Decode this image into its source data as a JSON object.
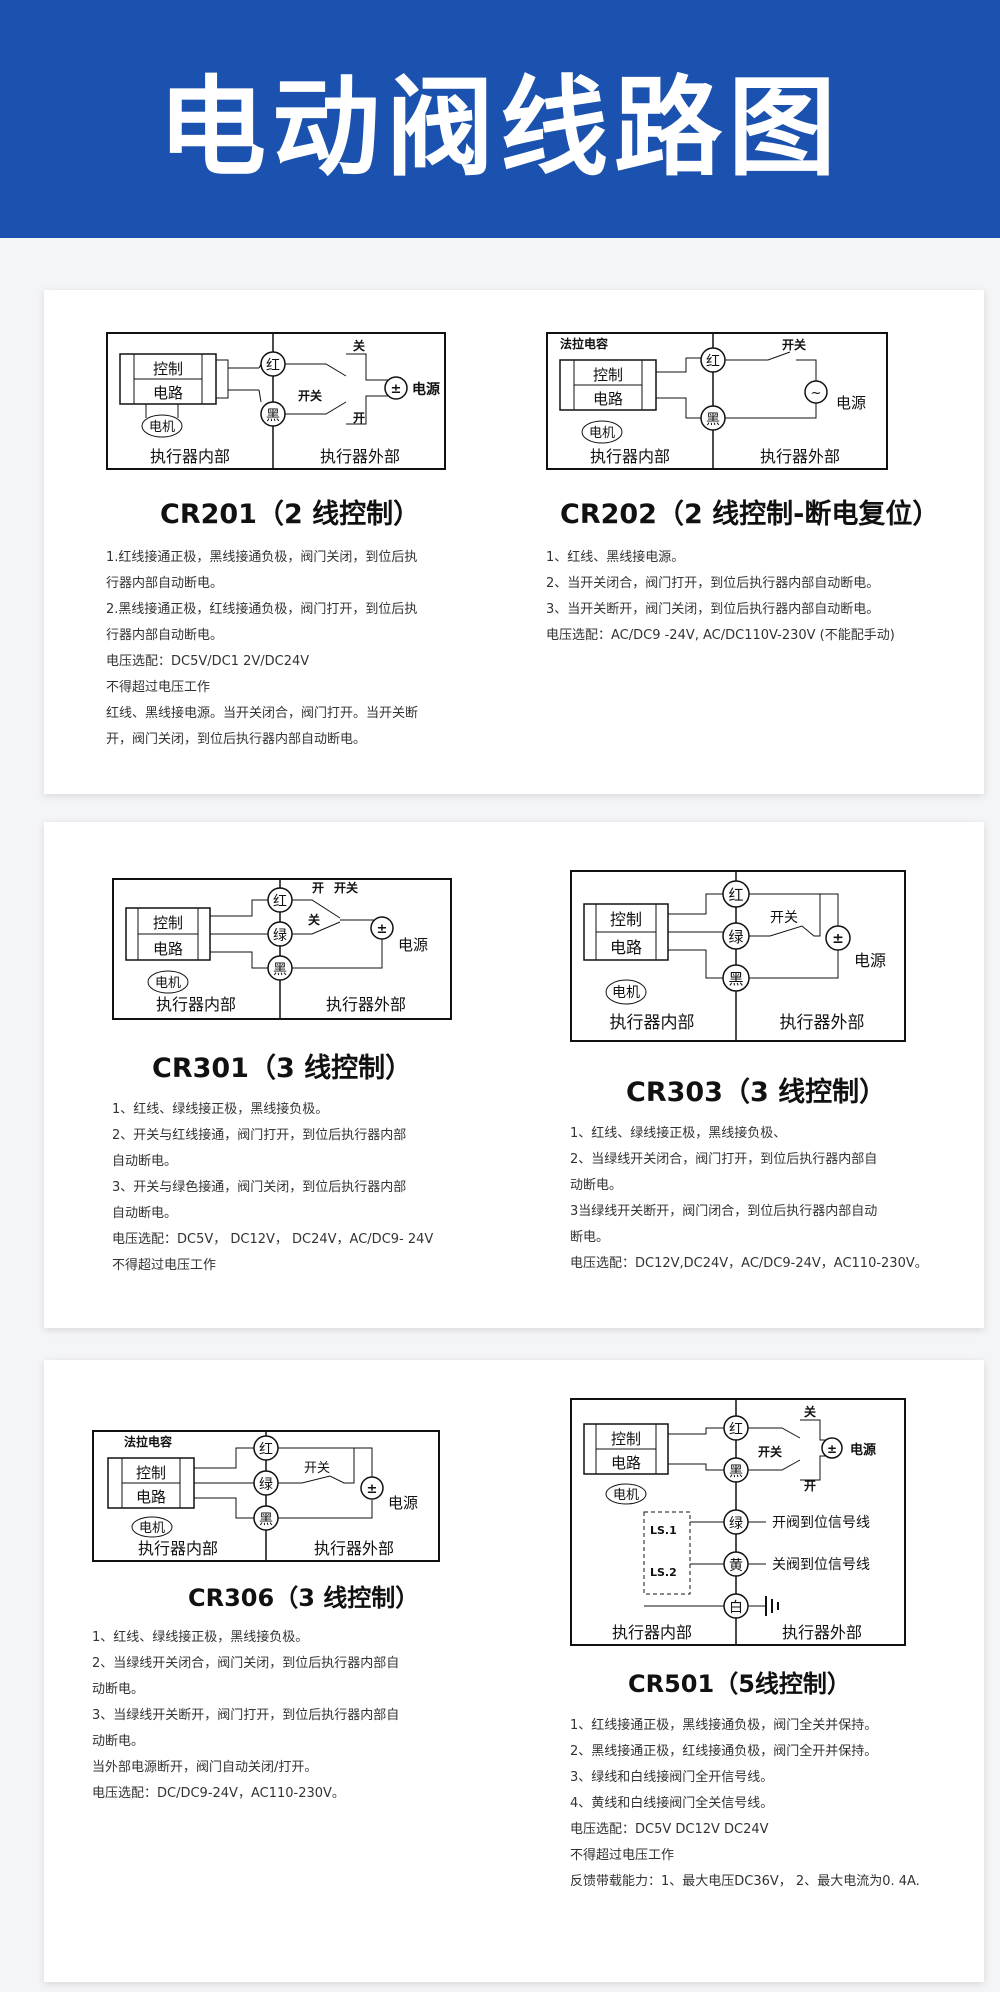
{
  "page_title": "电动阀线路图",
  "diagram_labels": {
    "control": "控制",
    "circuit": "电路",
    "motor": "电机",
    "inside": "执行器内部",
    "outside": "执行器外部",
    "power": "电源",
    "switch": "开关",
    "on": "开",
    "off": "关",
    "red": "红",
    "black": "黑",
    "green": "绿",
    "yellow": "黄",
    "white": "白",
    "capacitor": "法拉电容",
    "ls1": "LS.1",
    "ls2": "LS.2",
    "open_signal": "开阀到位信号线",
    "close_signal": "关阀到位信号线"
  },
  "models": {
    "cr201": {
      "title": "CR201（2 线控制）",
      "lines": [
        "1.红线接通正极，黑线接通负极，阀门关闭，到位后执",
        "行器内部自动断电。",
        "2.黑线接通正极，红线接通负极，阀门打开，到位后执",
        "行器内部自动断电。",
        "电压选配：DC5V/DC1 2V/DC24V",
        "不得超过电压工作",
        "红线、黑线接电源。当开关闭合，阀门打开。当开关断",
        "开，阀门关闭，到位后执行器内部自动断电。"
      ]
    },
    "cr202": {
      "title": "CR202（2 线控制-断电复位）",
      "lines": [
        "1、红线、黑线接电源。",
        "2、当开关闭合，阀门打开，到位后执行器内部自动断电。",
        "3、当开关断开，阀门关闭，到位后执行器内部自动断电。",
        "电压选配：AC/DC9 -24V, AC/DC110V-230V (不能配手动)"
      ]
    },
    "cr301": {
      "title": "CR301（3 线控制）",
      "lines": [
        "1、红线、绿线接正极，黑线接负极。",
        "2、开关与红线接通，阀门打开，到位后执行器内部",
        "自动断电。",
        "3、开关与绿色接通，阀门关闭，到位后执行器内部",
        "自动断电。",
        "电压选配：DC5V， DC12V， DC24V，AC/DC9- 24V",
        "不得超过电压工作"
      ]
    },
    "cr303": {
      "title": "CR303（3 线控制）",
      "lines": [
        "1、红线、绿线接正极，黑线接负极、",
        "2、当绿线开关闭合，阀门打开，到位后执行器内部自",
        "动断电。",
        "3当绿线开关断开，阀门闭合，到位后执行器内部自动",
        "断电。",
        "电压选配：DC12V,DC24V，AC/DC9-24V，AC110-230V。"
      ]
    },
    "cr306": {
      "title": "CR306（3 线控制）",
      "lines": [
        "1、红线、绿线接正极，黑线接负极。",
        "2、当绿线开关闭合，阀门关闭，到位后执行器内部自",
        "动断电。",
        "3、当绿线开关断开，阀门打开，到位后执行器内部自",
        "动断电。",
        "当外部电源断开，阀门自动关闭/打开。",
        "电压选配：DC/DC9-24V，AC110-230V。"
      ]
    },
    "cr501": {
      "title": "CR501（5线控制）",
      "lines": [
        "1、红线接通正极，黑线接通负极，阀门全关并保持。",
        "2、黑线接通正极，红线接通负极，阀门全开并保持。",
        "3、绿线和白线接阀门全开信号线。",
        "4、黄线和白线接阀门全关信号线。",
        "电压选配：DC5V  DC12V  DC24V",
        "不得超过电压工作",
        "反馈带载能力：1、最大电压DC36V， 2、最大电流为0. 4A."
      ]
    }
  }
}
